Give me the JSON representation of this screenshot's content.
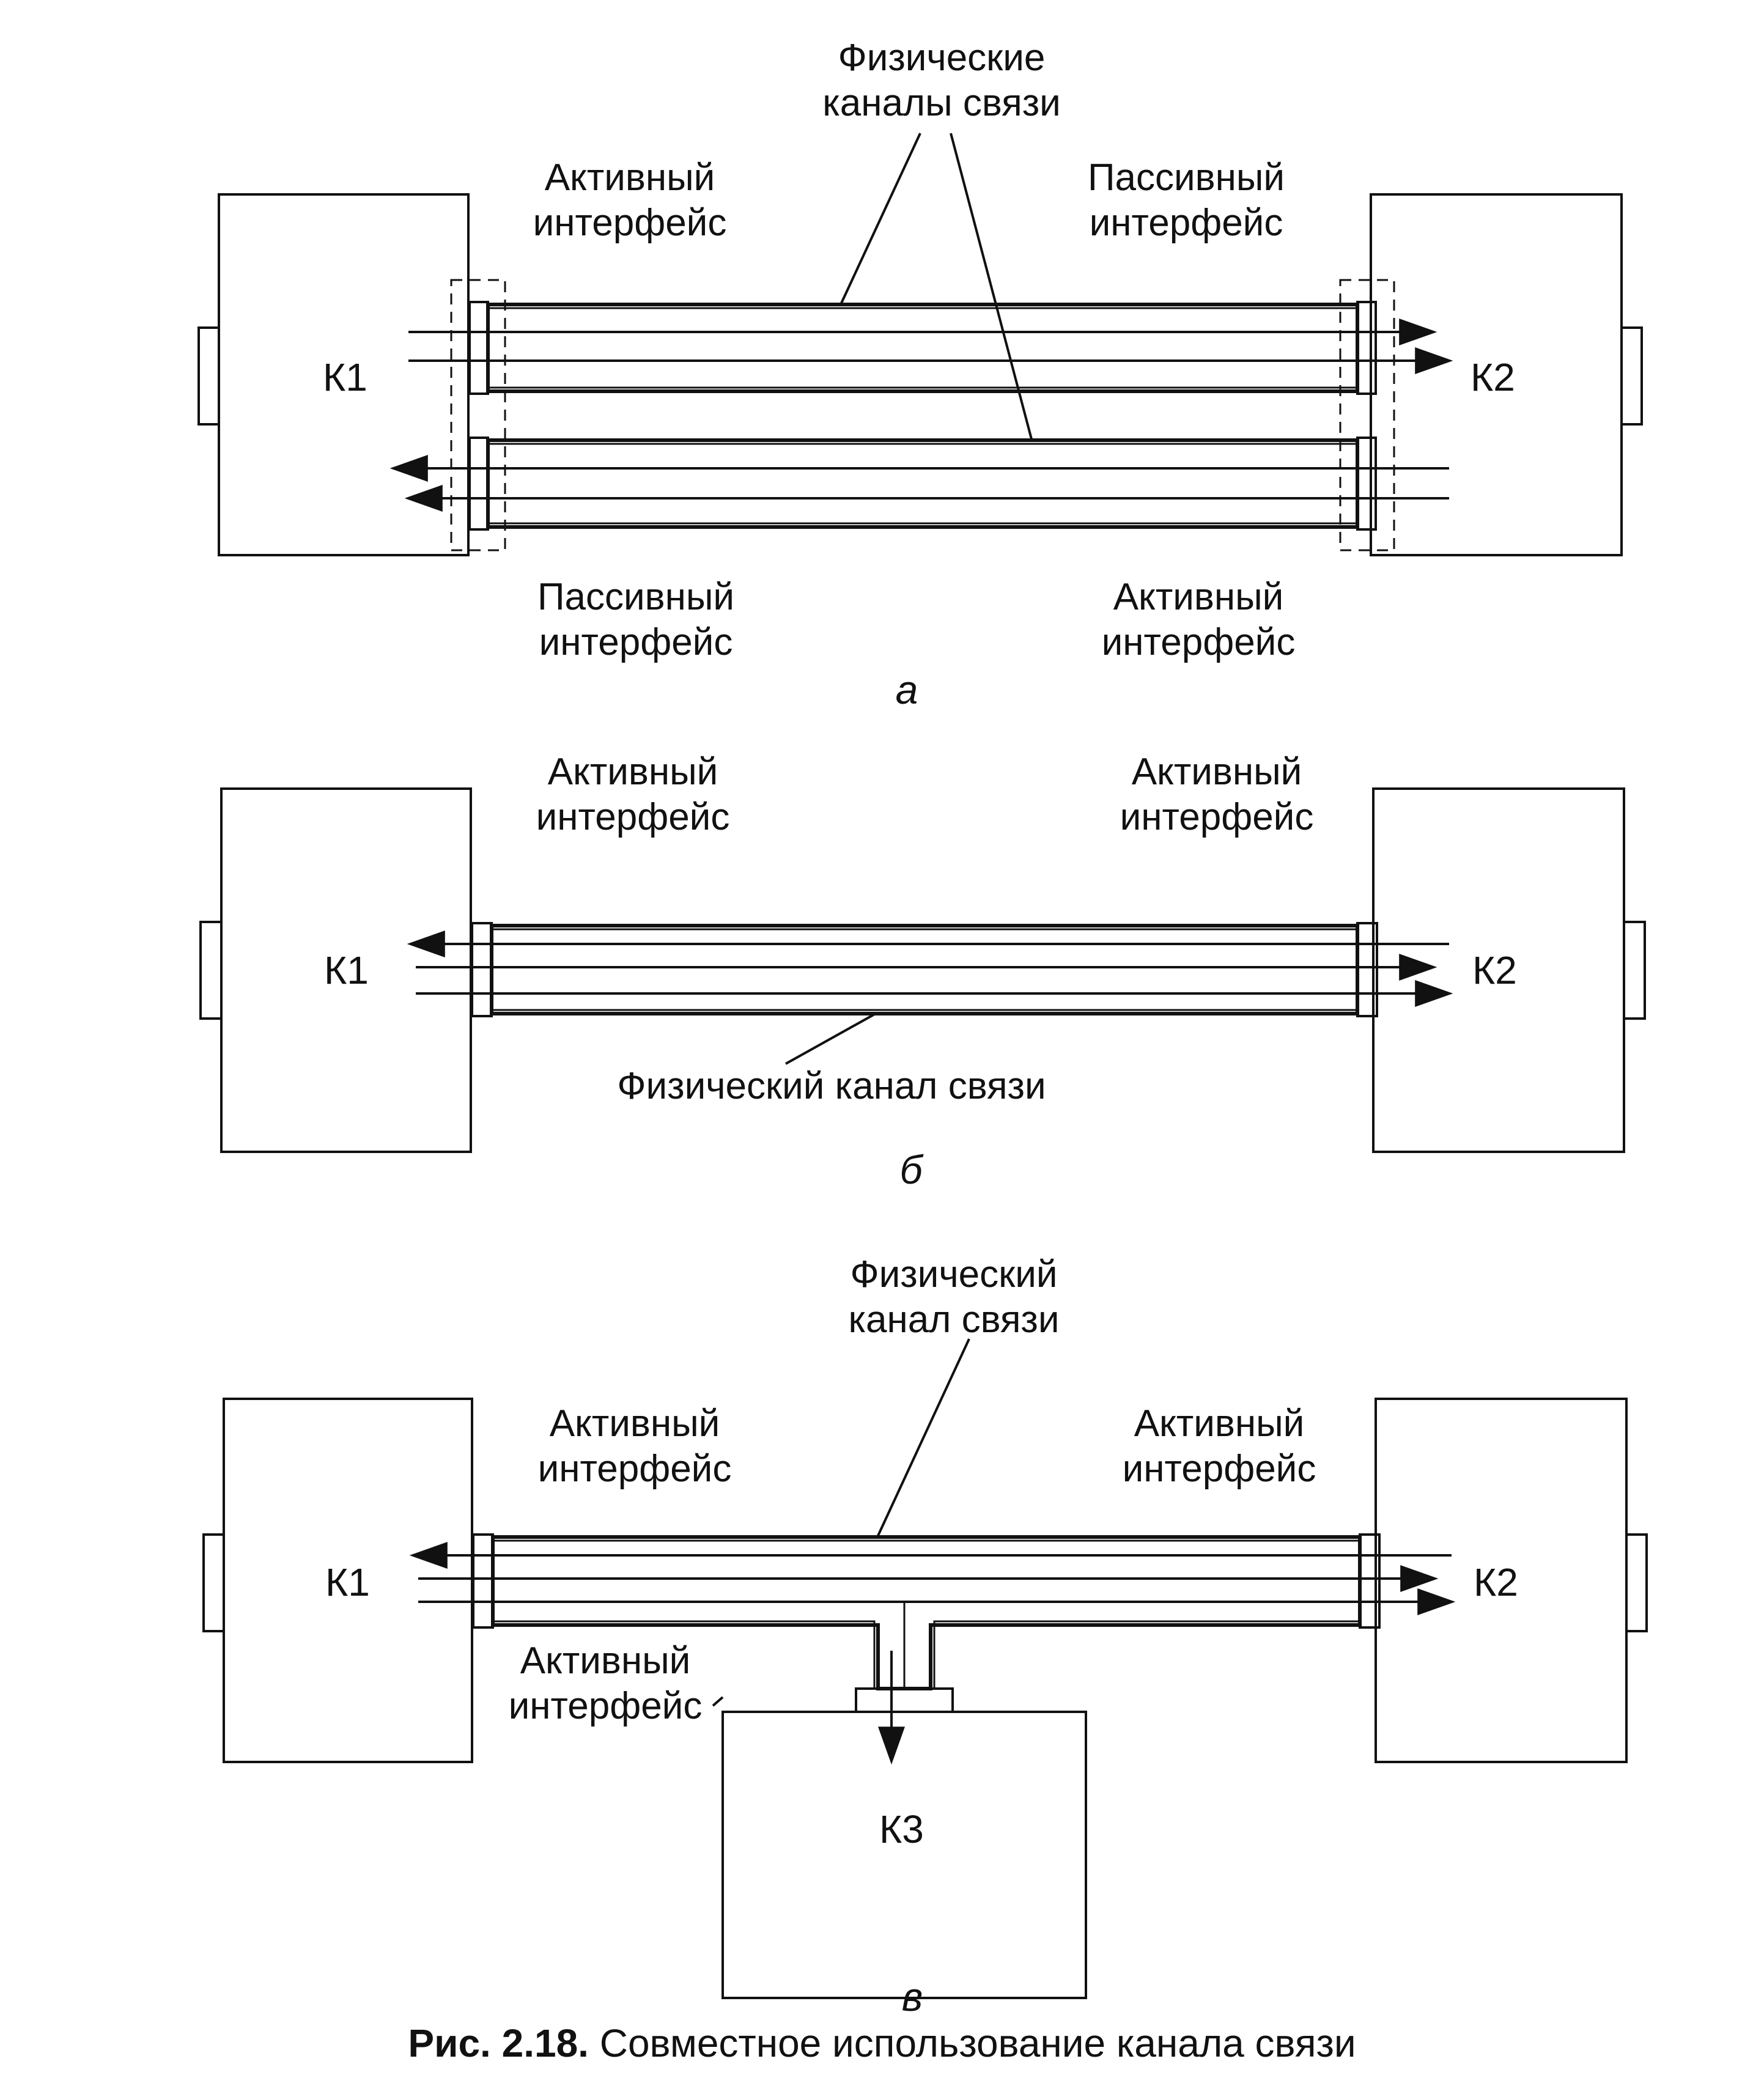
{
  "colors": {
    "ink": "#111111",
    "background": "#ffffff"
  },
  "panel_a": {
    "channels_label_1": "Физические",
    "channels_label_2": "каналы связи",
    "top_left_label_1": "Активный",
    "top_left_label_2": "интерфейс",
    "top_right_label_1": "Пассивный",
    "top_right_label_2": "интерфейс",
    "bottom_left_label_1": "Пассивный",
    "bottom_left_label_2": "интерфейс",
    "bottom_right_label_1": "Активный",
    "bottom_right_label_2": "интерфейс",
    "left_node": "К1",
    "right_node": "К2",
    "sub_label": "а"
  },
  "panel_b": {
    "left_label_1": "Активный",
    "left_label_2": "интерфейс",
    "right_label_1": "Активный",
    "right_label_2": "интерфейс",
    "channel_label": "Физический канал связи",
    "left_node": "К1",
    "right_node": "К2",
    "sub_label": "б"
  },
  "panel_c": {
    "channel_label_1": "Физический",
    "channel_label_2": "канал связи",
    "left_label_1": "Активный",
    "left_label_2": "интерфейс",
    "right_label_1": "Активный",
    "right_label_2": "интерфейс",
    "bottom_label_1": "Активный",
    "bottom_label_2": "интерфейс",
    "left_node": "К1",
    "right_node": "К2",
    "bottom_node": "К3",
    "sub_label": "в"
  },
  "caption": {
    "number": "Рис. 2.18.",
    "text": " Совместное использование канала связи"
  }
}
